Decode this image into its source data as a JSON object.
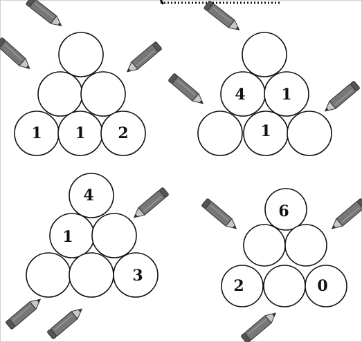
{
  "header": {
    "dots_label": ""
  },
  "colors": {
    "pencil_body": "#777777",
    "pencil_wood": "#c8c8c8",
    "pencil_lead": "#333333",
    "circle_stroke": "#111111"
  },
  "puzzles": [
    {
      "name": "puzzle-1",
      "rows": [
        [
          ""
        ],
        [
          "",
          ""
        ],
        [
          "1",
          "1",
          "2"
        ]
      ]
    },
    {
      "name": "puzzle-2",
      "rows": [
        [
          ""
        ],
        [
          "4",
          "1"
        ],
        [
          "",
          "1",
          ""
        ]
      ]
    },
    {
      "name": "puzzle-3",
      "rows": [
        [
          "4"
        ],
        [
          "1",
          ""
        ],
        [
          "",
          "",
          "3"
        ]
      ]
    },
    {
      "name": "puzzle-4",
      "rows": [
        [
          "6"
        ],
        [
          "",
          ""
        ],
        [
          "2",
          "",
          "0"
        ]
      ]
    }
  ]
}
